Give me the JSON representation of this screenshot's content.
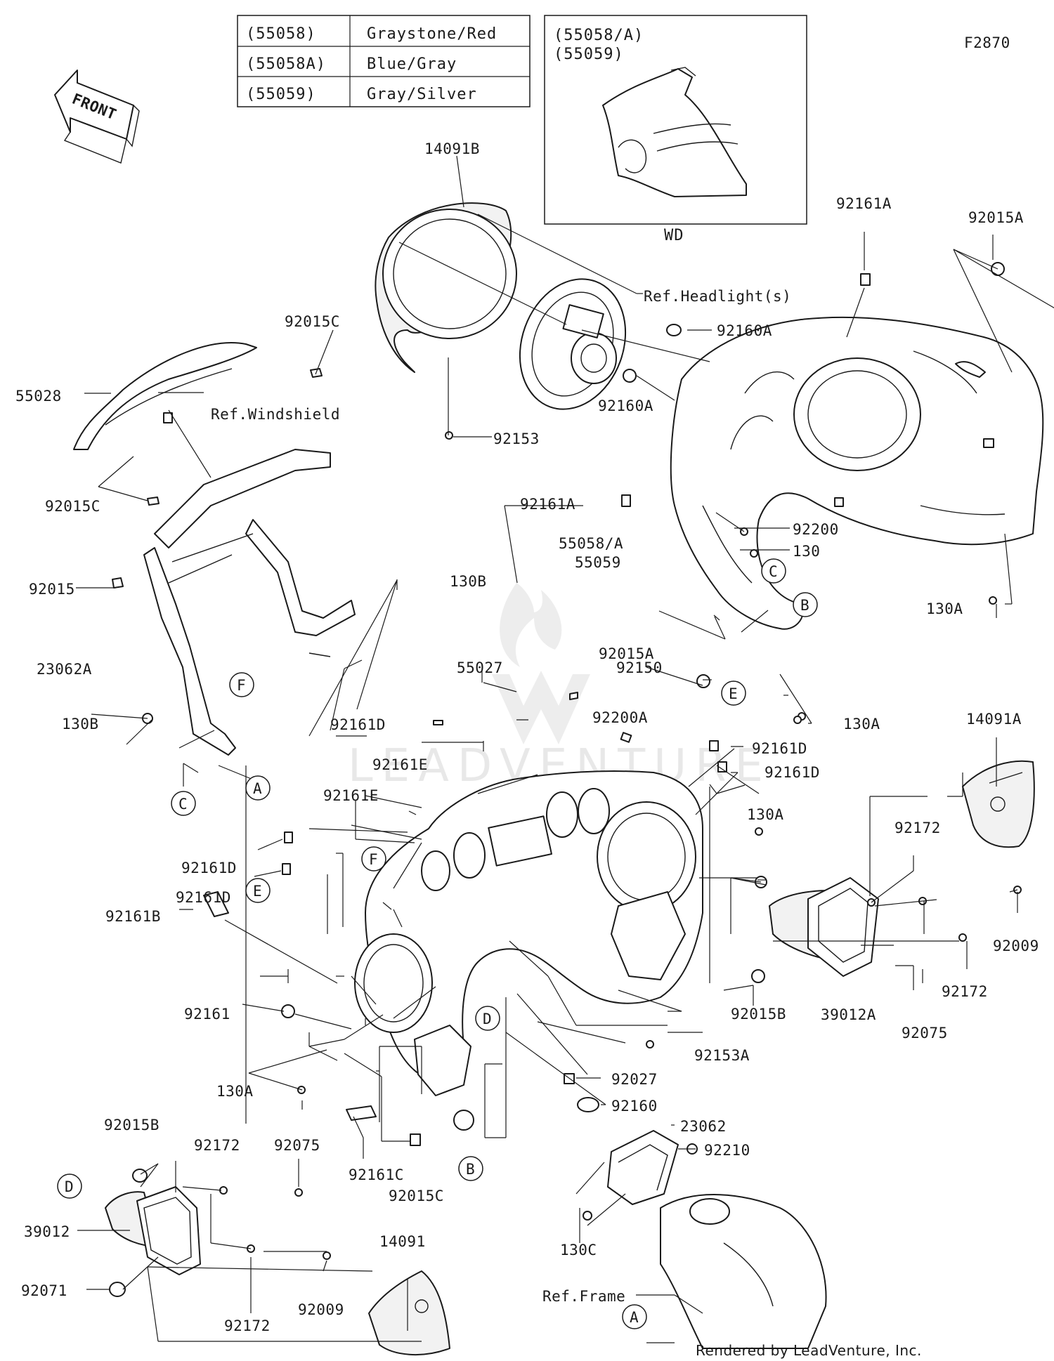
{
  "diagram_id": "F2870",
  "front_label": "FRONT",
  "color_table": [
    {
      "code": "(55058)",
      "color": "Graystone/Red"
    },
    {
      "code": "(55058A)",
      "color": "Blue/Gray"
    },
    {
      "code": "(55059)",
      "color": "Gray/Silver"
    }
  ],
  "inset": {
    "codes": [
      "(55058/A)",
      "(55059)"
    ],
    "caption": "WD"
  },
  "watermark": "LEADVENTURE",
  "credit": "Rendered by LeadVenture, Inc.",
  "callouts": [
    "A",
    "B",
    "C",
    "D",
    "E",
    "F"
  ],
  "part_labels": {
    "p14091B": "14091B",
    "ref_headlights": "Ref.Headlight(s)",
    "p92161A_top": "92161A",
    "p92015A_top": "92015A",
    "p92015C_top": "92015C",
    "p55028": "55028",
    "ref_windshield": "Ref.Windshield",
    "p92160A_1": "92160A",
    "p92160A_2": "92160A",
    "p92153": "92153",
    "p92015C_2": "92015C",
    "p92161A_mid": "92161A",
    "p92200": "92200",
    "p130": "130",
    "p55058A": "55058/A",
    "p55059": "55059",
    "p92015": "92015",
    "p130B_1": "130B",
    "p130A_1": "130A",
    "p92015A_mid": "92015A",
    "p23062A": "23062A",
    "p92150": "92150",
    "p130B_2": "130B",
    "p92161D_1": "92161D",
    "p55027": "55027",
    "p92200A": "92200A",
    "p130A_2": "130A",
    "p14091A": "14091A",
    "p92161D_2": "92161D",
    "p92161E_1": "92161E",
    "p92161D_3": "92161D",
    "p92161E_2": "92161E",
    "p130A_3": "130A",
    "p92172_1": "92172",
    "p92161D_4": "92161D",
    "p92161D_5": "92161D",
    "p92009_1": "92009",
    "p92161B": "92161B",
    "p92015B_1": "92015B",
    "p92172_2": "92172",
    "p92161": "92161",
    "p39012A": "39012A",
    "p92075_1": "92075",
    "p92153A": "92153A",
    "p130A_4": "130A",
    "p92027": "92027",
    "p92160": "92160",
    "p92015B_2": "92015B",
    "p92172_3": "92172",
    "p92075_2": "92075",
    "p23062": "23062",
    "p92210": "92210",
    "p92161C": "92161C",
    "p92015C_3": "92015C",
    "p39012": "39012",
    "p14091": "14091",
    "p130C": "130C",
    "ref_frame": "Ref.Frame",
    "p92071": "92071",
    "p92172_4": "92172",
    "p92009_2": "92009"
  }
}
